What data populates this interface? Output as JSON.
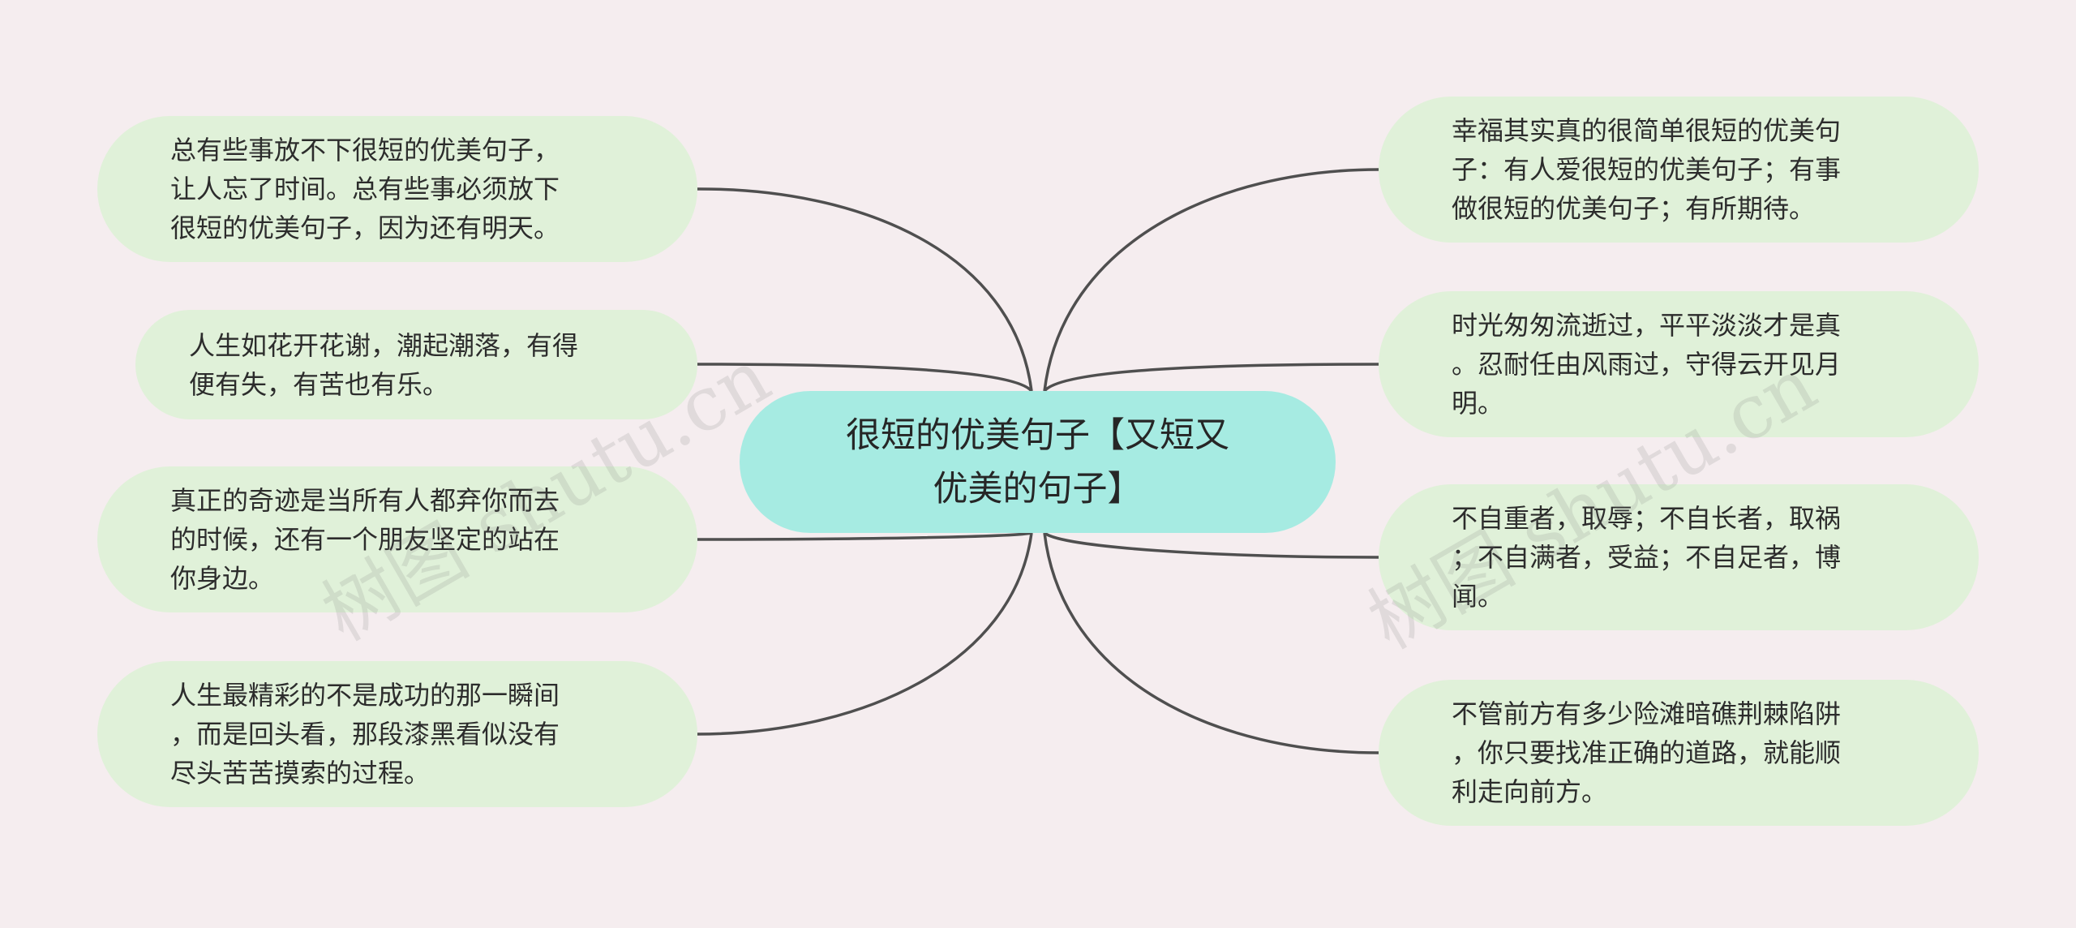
{
  "center": {
    "text": "很短的优美句子【又短又\n优美的句子】"
  },
  "left_branches": [
    {
      "text": "总有些事放不下很短的优美句子，\n让人忘了时间。总有些事必须放下\n很短的优美句子，因为还有明天。"
    },
    {
      "text": "人生如花开花谢，潮起潮落，有得\n便有失，有苦也有乐。"
    },
    {
      "text": "真正的奇迹是当所有人都弃你而去\n的时候，还有一个朋友坚定的站在\n你身边。"
    },
    {
      "text": "人生最精彩的不是成功的那一瞬间\n，而是回头看，那段漆黑看似没有\n尽头苦苦摸索的过程。"
    }
  ],
  "right_branches": [
    {
      "text": "幸福其实真的很简单很短的优美句\n子：有人爱很短的优美句子；有事\n做很短的优美句子；有所期待。"
    },
    {
      "text": "时光匆匆流逝过，平平淡淡才是真\n。忍耐任由风雨过，守得云开见月\n明。"
    },
    {
      "text": "不自重者，取辱；不自长者，取祸\n；不自满者，受益；不自足者，博\n闻。"
    },
    {
      "text": "不管前方有多少险滩暗礁荆棘陷阱\n，你只要找准正确的道路，就能顺\n利走向前方。"
    }
  ],
  "watermark": {
    "text": "树图 shutu.cn"
  },
  "colors": {
    "background": "#f5edef",
    "center_fill": "#a6ebe2",
    "branch_fill": "#e0f1d9",
    "connector": "#4f4f4f"
  }
}
